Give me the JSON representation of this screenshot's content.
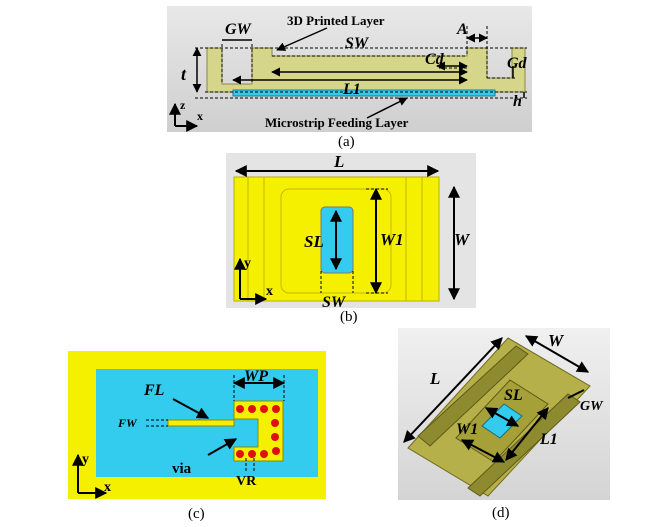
{
  "panel_a": {
    "caption": "(a)",
    "label_top_layer": "3D Printed Layer",
    "label_bottom_layer": "Microstrip Feeding Layer",
    "dim_gw": "GW",
    "dim_sw": "SW",
    "dim_a": "A",
    "dim_cd": "Cd",
    "dim_gd": "Gd",
    "dim_t": "t",
    "dim_l1": "L1",
    "dim_h": "h",
    "axis_z": "z",
    "axis_x": "x"
  },
  "panel_b": {
    "caption": "(b)",
    "dim_l": "L",
    "dim_sl": "SL",
    "dim_w1": "W1",
    "dim_w": "W",
    "dim_sw": "SW",
    "axis_y": "y",
    "axis_x": "x"
  },
  "panel_c": {
    "caption": "(c)",
    "dim_fl": "FL",
    "dim_wp": "WP",
    "dim_fw": "FW",
    "label_via": "via",
    "dim_vr": "VR",
    "axis_y": "y",
    "axis_x": "x"
  },
  "panel_d": {
    "caption": "(d)",
    "dim_w": "W",
    "dim_l": "L",
    "dim_sl": "SL",
    "dim_gw": "GW",
    "dim_w1": "W1",
    "dim_l1": "L1"
  },
  "colors": {
    "yellow": "#f5f000",
    "cyan": "#33ccee",
    "via_red": "#dd1111",
    "gray_bg": "#dcdcdc",
    "olive_3d": "#c8c860"
  }
}
